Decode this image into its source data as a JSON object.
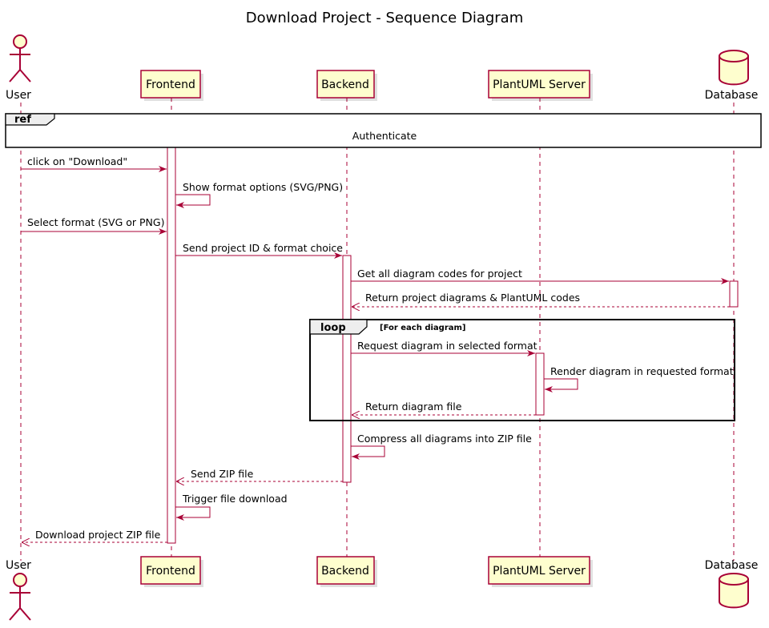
{
  "title": "Download Project - Sequence Diagram",
  "participants": {
    "user": "User",
    "frontend": "Frontend",
    "backend": "Backend",
    "plantuml": "PlantUML Server",
    "database": "Database"
  },
  "ref": {
    "label": "ref",
    "text": "Authenticate"
  },
  "loop": {
    "label": "loop",
    "condition": "[For each diagram]"
  },
  "messages": [
    "click on \"Download\"",
    "Show format options (SVG/PNG)",
    "Select format (SVG or PNG)",
    "Send project ID & format choice",
    "Get all diagram codes for project",
    "Return project diagrams & PlantUML codes",
    "Request diagram in selected format",
    "Render diagram in requested format",
    "Return diagram file",
    "Compress all diagrams into ZIP file",
    "Send ZIP file",
    "Trigger file download",
    "Download project ZIP file"
  ],
  "colors": {
    "line": "#A80036",
    "box_fill": "#FEFECE",
    "frame_tab": "#EEEEEE"
  }
}
